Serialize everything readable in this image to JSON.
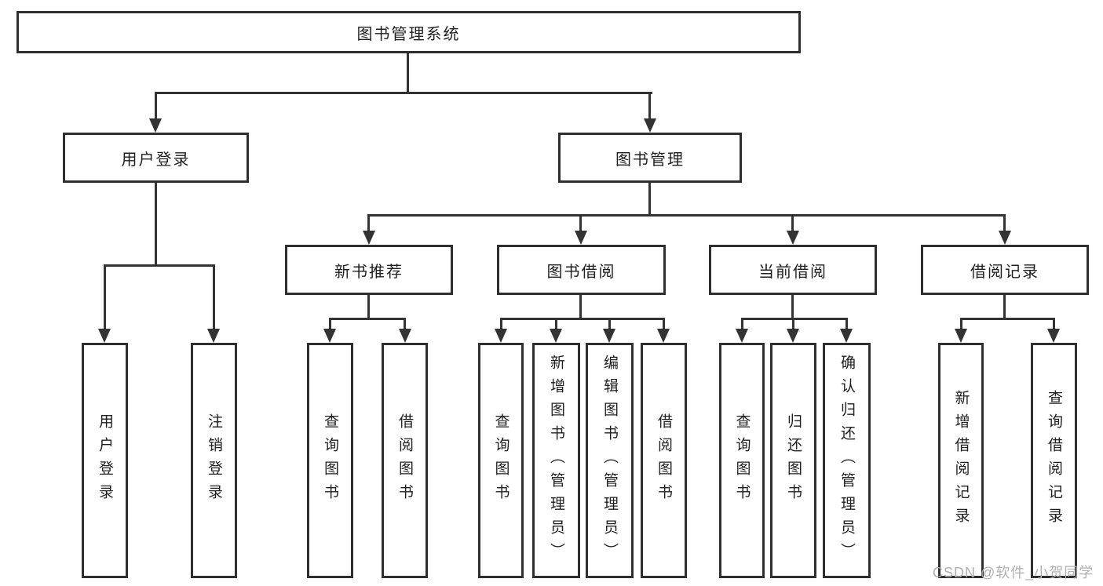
{
  "diagram": {
    "root": "图书管理系统",
    "login": {
      "label": "用户登录",
      "leaves": [
        "用户登录",
        "注销登录"
      ]
    },
    "management": {
      "label": "图书管理",
      "groups": [
        {
          "label": "新书推荐",
          "leaves": [
            "查询图书",
            "借阅图书"
          ]
        },
        {
          "label": "图书借阅",
          "leaves": [
            "查询图书",
            "新增图书（管理员）",
            "编辑图书（管理员）",
            "借阅图书"
          ]
        },
        {
          "label": "当前借阅",
          "leaves": [
            "查询图书",
            "归还图书",
            "确认归还（管理员）"
          ]
        },
        {
          "label": "借阅记录",
          "leaves": [
            "新增借阅记录",
            "查询借阅记录"
          ]
        }
      ]
    }
  },
  "watermark": {
    "text": "CSDN @软件_小贺同学",
    "color": "#b0b0b0"
  },
  "colors": {
    "line": "#333333",
    "box_border": "#2f2f2f",
    "text": "#1f1f1f",
    "background": "#ffffff"
  }
}
